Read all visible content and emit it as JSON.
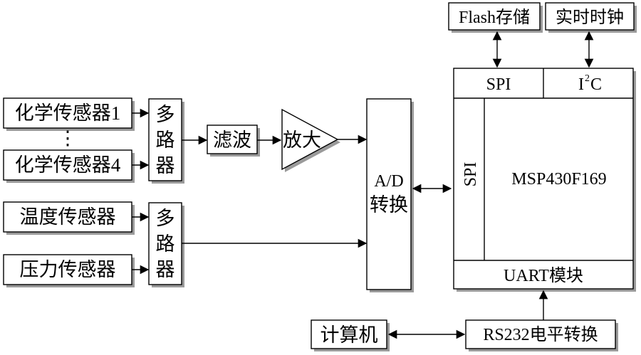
{
  "sensors": {
    "chem1": "化学传感器1",
    "dots": "⋮",
    "chem4": "化学传感器4",
    "temp": "温度传感器",
    "pressure": "压力传感器"
  },
  "mux": [
    "多",
    "路",
    "器"
  ],
  "filter": "滤波",
  "amp": "放大",
  "adc": [
    "A/D",
    "转换"
  ],
  "mcu": {
    "spi_top": "SPI",
    "i2c_prefix": "I",
    "i2c_sup": "2",
    "i2c_suffix": "C",
    "spi_side": "SPI",
    "name": "MSP430F169",
    "uart": "UART模块"
  },
  "flash": "Flash存储",
  "rtc": "实时时钟",
  "rs232": "RS232电平转换",
  "computer": "计算机"
}
